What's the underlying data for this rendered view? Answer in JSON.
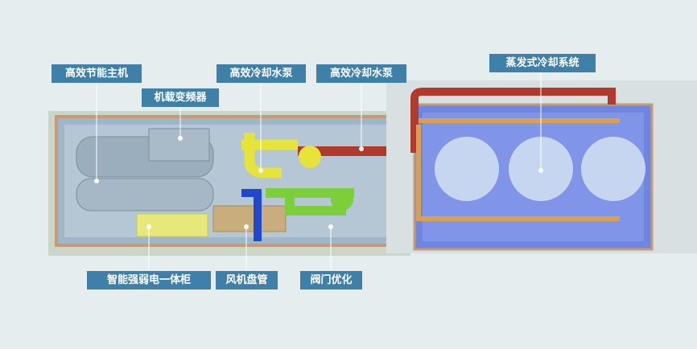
{
  "labels": {
    "host": "高效节能主机",
    "inverter": "机载变频器",
    "pump1": "高效冷却水泵",
    "pump2": "高效冷却水泵",
    "evap": "蒸发式冷却系统",
    "cabinet": "智能强弱电一体柜",
    "fancoil": "风机盘管",
    "valve": "阀门优化"
  },
  "colors": {
    "label_bg": "#3f80a8",
    "pipe_red": "#b03a2e",
    "pipe_yellow": "#e6e33a",
    "pipe_green": "#7ccf3a",
    "pipe_blue": "#2048c8",
    "pipe_orange": "#d9a050"
  }
}
